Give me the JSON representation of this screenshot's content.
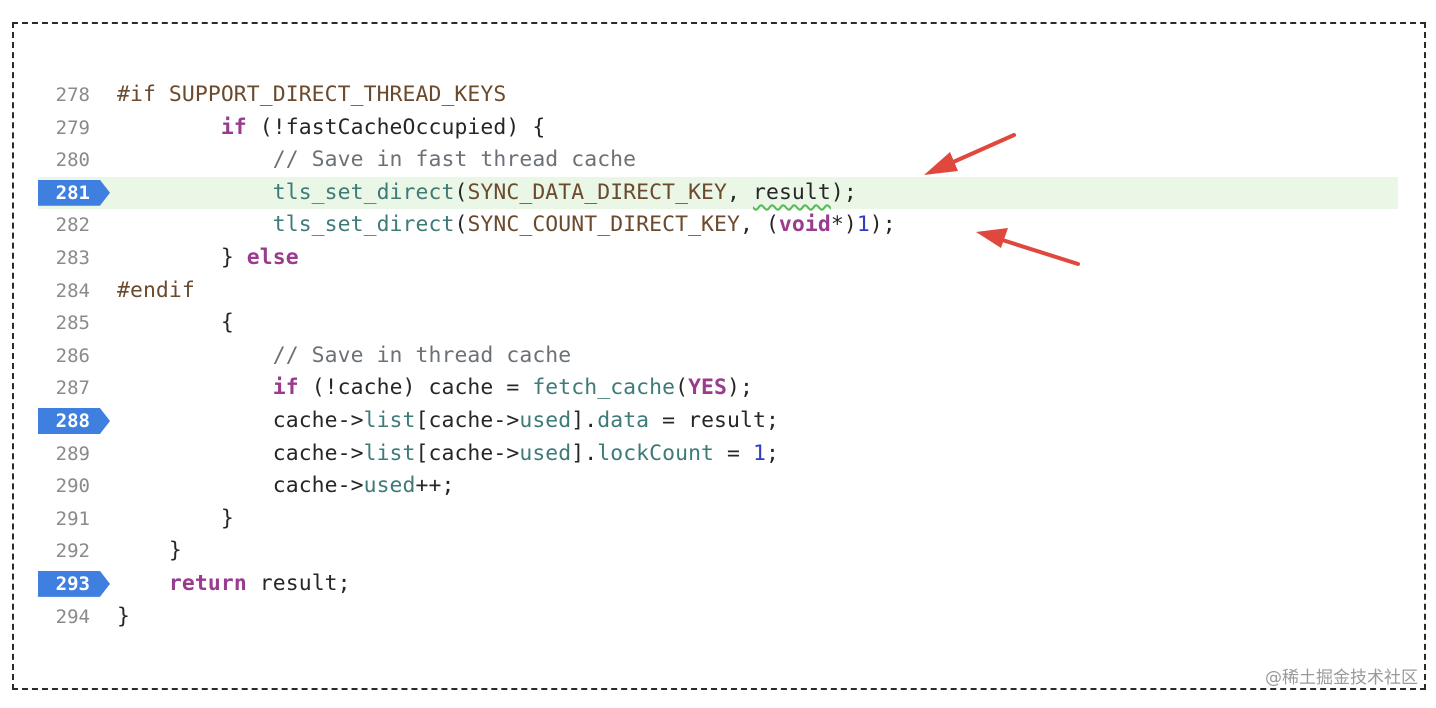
{
  "code": {
    "lines": [
      {
        "num": "278",
        "breakpoint": false,
        "highlight": false,
        "tokens": [
          {
            "t": "#if SUPPORT_DIRECT_THREAD_KEYS",
            "c": "pp"
          }
        ]
      },
      {
        "num": "279",
        "breakpoint": false,
        "highlight": false,
        "tokens": [
          {
            "t": "        ",
            "c": ""
          },
          {
            "t": "if",
            "c": "kw"
          },
          {
            "t": " (!fastCacheOccupied) {",
            "c": ""
          }
        ]
      },
      {
        "num": "280",
        "breakpoint": false,
        "highlight": false,
        "tokens": [
          {
            "t": "            ",
            "c": ""
          },
          {
            "t": "// Save in fast thread cache",
            "c": "cm"
          }
        ]
      },
      {
        "num": "281",
        "breakpoint": true,
        "highlight": true,
        "tokens": [
          {
            "t": "            ",
            "c": ""
          },
          {
            "t": "tls_set_direct",
            "c": "fn"
          },
          {
            "t": "(",
            "c": ""
          },
          {
            "t": "SYNC_DATA_DIRECT_KEY",
            "c": "mac"
          },
          {
            "t": ", ",
            "c": ""
          },
          {
            "t": "result",
            "c": "squig"
          },
          {
            "t": ");",
            "c": ""
          }
        ]
      },
      {
        "num": "282",
        "breakpoint": false,
        "highlight": false,
        "tokens": [
          {
            "t": "            ",
            "c": ""
          },
          {
            "t": "tls_set_direct",
            "c": "fn"
          },
          {
            "t": "(",
            "c": ""
          },
          {
            "t": "SYNC_COUNT_DIRECT_KEY",
            "c": "mac"
          },
          {
            "t": ", (",
            "c": ""
          },
          {
            "t": "void",
            "c": "kw"
          },
          {
            "t": "*)",
            "c": ""
          },
          {
            "t": "1",
            "c": "num"
          },
          {
            "t": ");",
            "c": ""
          }
        ]
      },
      {
        "num": "283",
        "breakpoint": false,
        "highlight": false,
        "tokens": [
          {
            "t": "        } ",
            "c": ""
          },
          {
            "t": "else",
            "c": "kw"
          }
        ]
      },
      {
        "num": "284",
        "breakpoint": false,
        "highlight": false,
        "tokens": [
          {
            "t": "#endif",
            "c": "pp"
          }
        ]
      },
      {
        "num": "285",
        "breakpoint": false,
        "highlight": false,
        "tokens": [
          {
            "t": "        {",
            "c": ""
          }
        ]
      },
      {
        "num": "286",
        "breakpoint": false,
        "highlight": false,
        "tokens": [
          {
            "t": "            ",
            "c": ""
          },
          {
            "t": "// Save in thread cache",
            "c": "cm"
          }
        ]
      },
      {
        "num": "287",
        "breakpoint": false,
        "highlight": false,
        "tokens": [
          {
            "t": "            ",
            "c": ""
          },
          {
            "t": "if",
            "c": "kw"
          },
          {
            "t": " (!cache) cache = ",
            "c": ""
          },
          {
            "t": "fetch_cache",
            "c": "fn"
          },
          {
            "t": "(",
            "c": ""
          },
          {
            "t": "YES",
            "c": "kw"
          },
          {
            "t": ");",
            "c": ""
          }
        ]
      },
      {
        "num": "288",
        "breakpoint": true,
        "highlight": false,
        "tokens": [
          {
            "t": "            cache->",
            "c": ""
          },
          {
            "t": "list",
            "c": "mem"
          },
          {
            "t": "[cache->",
            "c": ""
          },
          {
            "t": "used",
            "c": "mem"
          },
          {
            "t": "].",
            "c": ""
          },
          {
            "t": "data",
            "c": "mem"
          },
          {
            "t": " = result;",
            "c": ""
          }
        ]
      },
      {
        "num": "289",
        "breakpoint": false,
        "highlight": false,
        "tokens": [
          {
            "t": "            cache->",
            "c": ""
          },
          {
            "t": "list",
            "c": "mem"
          },
          {
            "t": "[cache->",
            "c": ""
          },
          {
            "t": "used",
            "c": "mem"
          },
          {
            "t": "].",
            "c": ""
          },
          {
            "t": "lockCount",
            "c": "mem"
          },
          {
            "t": " = ",
            "c": ""
          },
          {
            "t": "1",
            "c": "num"
          },
          {
            "t": ";",
            "c": ""
          }
        ]
      },
      {
        "num": "290",
        "breakpoint": false,
        "highlight": false,
        "tokens": [
          {
            "t": "            cache->",
            "c": ""
          },
          {
            "t": "used",
            "c": "mem"
          },
          {
            "t": "++;",
            "c": ""
          }
        ]
      },
      {
        "num": "291",
        "breakpoint": false,
        "highlight": false,
        "tokens": [
          {
            "t": "        }",
            "c": ""
          }
        ]
      },
      {
        "num": "292",
        "breakpoint": false,
        "highlight": false,
        "tokens": [
          {
            "t": "    }",
            "c": ""
          }
        ]
      },
      {
        "num": "293",
        "breakpoint": true,
        "highlight": false,
        "tokens": [
          {
            "t": "    ",
            "c": ""
          },
          {
            "t": "return",
            "c": "kw"
          },
          {
            "t": " result;",
            "c": ""
          }
        ]
      },
      {
        "num": "294",
        "breakpoint": false,
        "highlight": false,
        "tokens": [
          {
            "t": "}",
            "c": ""
          }
        ]
      }
    ]
  },
  "annotations": {
    "arrow_color": "#e0483e",
    "arrow_icons": [
      "red-arrow-icon",
      "red-arrow-icon"
    ]
  },
  "watermark": "@稀土掘金技术社区"
}
